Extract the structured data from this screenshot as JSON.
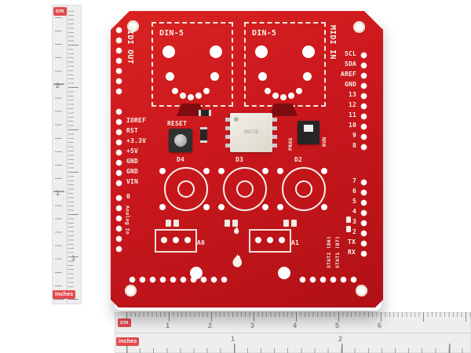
{
  "colors": {
    "pcb_red": "#c9171d",
    "silkscreen_white": "#f6f2ea",
    "ruler_badge_red": "#e14b4e"
  },
  "rulers": {
    "left": {
      "top_badge": "cm",
      "bottom_badge": "inches",
      "inch_numbers": [
        "2",
        "1"
      ],
      "cm_numbers": [
        "1"
      ]
    },
    "bottom": {
      "cm_badge": "cm",
      "cm_numbers": [
        "1",
        "2",
        "3",
        "4",
        "5",
        "6"
      ],
      "inches_badge": "inches",
      "inch_numbers": [
        "1",
        "2"
      ]
    }
  },
  "board": {
    "midi_out": "MIDI OUT",
    "midi_in": "MIDI IN",
    "din5_left": "DIN-5",
    "din5_right": "DIN-5",
    "reset": "RESET",
    "prog": "PROG",
    "run": "RUN",
    "chip_marking": "6N138",
    "button_labels": [
      "D4",
      "D3",
      "D2"
    ],
    "pot_labels": [
      "A0",
      "A1"
    ],
    "analog_in": "Analog In",
    "analog_first_pin": "0",
    "power_pins": [
      "IOREF",
      "RST",
      "+3.3V",
      "+5V",
      "GND",
      "GND",
      "VIN"
    ],
    "right_header_top": [
      "SCL",
      "SDA",
      "AREF",
      "GND",
      "13",
      "12",
      "11",
      "10",
      "9",
      "8"
    ],
    "right_header_bottom": [
      "7",
      "6",
      "5",
      "4",
      "3",
      "2"
    ],
    "serial_pins": [
      "TX",
      "RX"
    ],
    "stat_labels": [
      "STAT2 (D6)",
      "STAT1 (D7)"
    ]
  }
}
